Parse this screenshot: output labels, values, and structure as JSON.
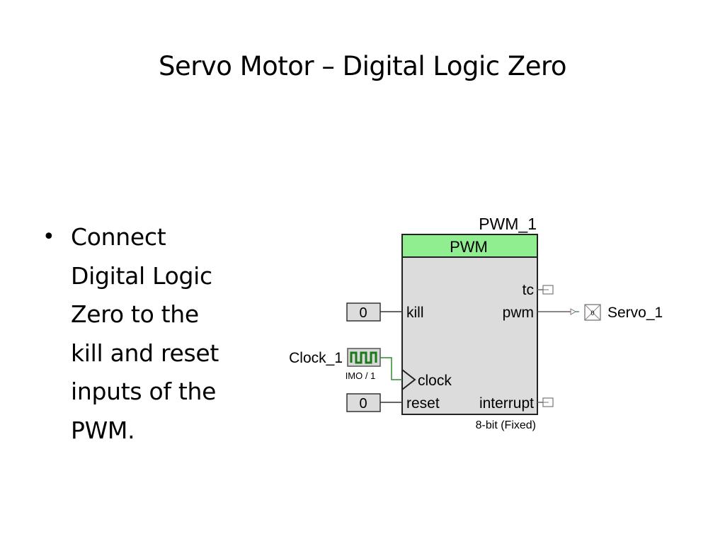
{
  "slide": {
    "title": "Servo Motor – Digital Logic Zero",
    "bullets": [
      {
        "lines": [
          "Connect",
          "Digital Logic",
          "Zero to the",
          "kill and reset",
          "inputs of the",
          "PWM."
        ]
      }
    ]
  },
  "schematic": {
    "component": {
      "instance_name": "PWM_1",
      "type_label": "PWM",
      "footer_label": "8-bit (Fixed)",
      "header_color": "#90ee90",
      "body_color": "#dcdcdc"
    },
    "pins": {
      "tc": "tc",
      "kill": "kill",
      "pwm": "pwm",
      "clock": "clock",
      "reset": "reset",
      "interrupt": "interrupt"
    },
    "logic_zero_kill": {
      "value": "0"
    },
    "logic_zero_reset": {
      "value": "0"
    },
    "clock_source": {
      "name": "Clock_1",
      "sublabel": "IMO / 1",
      "icon": "square-wave-icon",
      "wire_color": "#2e8b2e"
    },
    "output_pin": {
      "name": "Servo_1",
      "icon": "digital-output-pin-icon",
      "marker": "0"
    }
  }
}
